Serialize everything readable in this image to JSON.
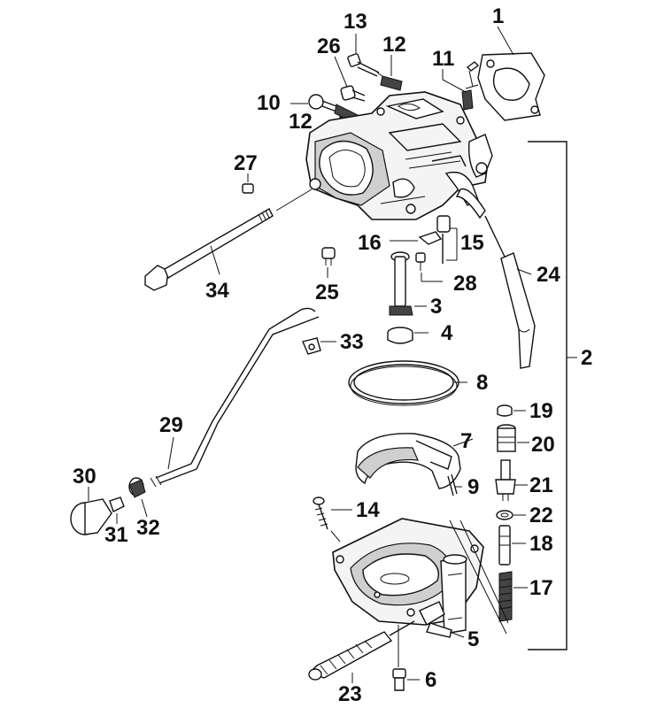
{
  "parts": {
    "p1": "1",
    "p2": "2",
    "p3": "3",
    "p4": "4",
    "p5": "5",
    "p6": "6",
    "p7": "7",
    "p8": "8",
    "p9": "9",
    "p10": "10",
    "p11": "11",
    "p12a": "12",
    "p12b": "12",
    "p13": "13",
    "p14": "14",
    "p15": "15",
    "p16": "16",
    "p17": "17",
    "p18": "18",
    "p19": "19",
    "p20": "20",
    "p21": "21",
    "p22": "22",
    "p23": "23",
    "p24": "24",
    "p25": "25",
    "p26": "26",
    "p27": "27",
    "p28": "28",
    "p29": "29",
    "p30": "30",
    "p31": "31",
    "p32": "32",
    "p33": "33",
    "p34": "34"
  }
}
